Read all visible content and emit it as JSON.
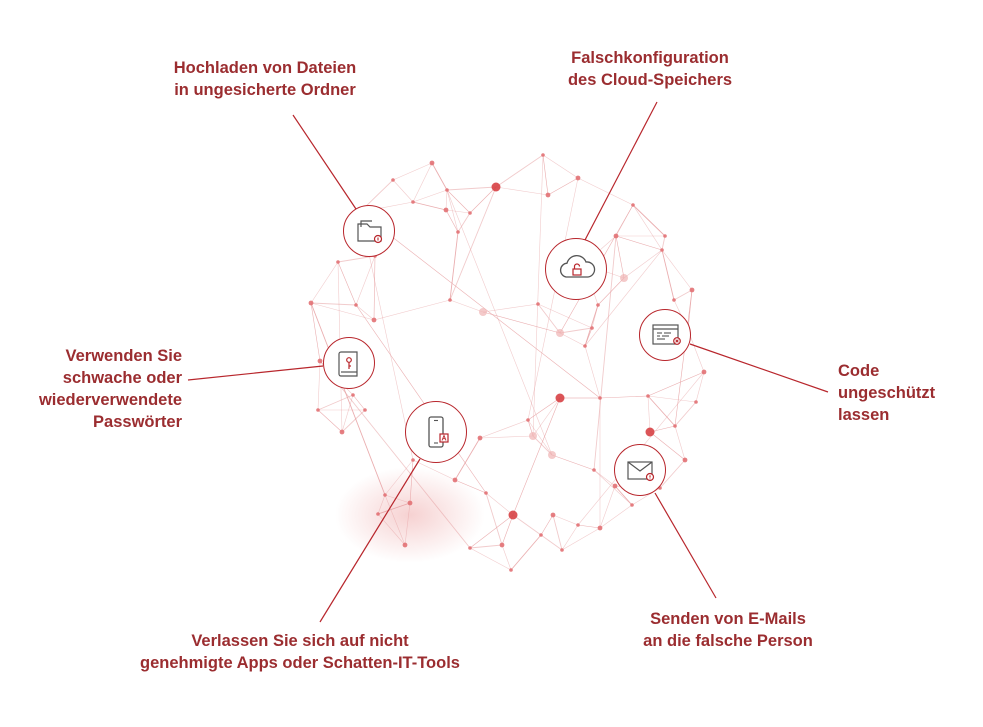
{
  "colors": {
    "accent": "#b8262c",
    "label": "#9b2d30",
    "mesh": "#e6a0a2"
  },
  "labels": {
    "upload": [
      "Hochladen von Dateien",
      "in ungesicherte Ordner"
    ],
    "cloud": [
      "Falschkonfiguration",
      "des Cloud-Speichers"
    ],
    "passwords": [
      "Verwenden Sie",
      "schwache oder",
      "wiederverwendete",
      "Passwörter"
    ],
    "code": [
      "Code",
      "ungeschützt",
      "lassen"
    ],
    "apps": [
      "Verlassen Sie sich auf nicht",
      "genehmigte Apps oder Schatten-IT-Tools"
    ],
    "email": [
      "Senden von E-Mails",
      "an die falsche Person"
    ]
  },
  "icons": {
    "upload": "folder-lock-icon",
    "cloud": "cloud-lock-icon",
    "passwords": "book-key-icon",
    "code": "code-window-icon",
    "apps": "mobile-app-icon",
    "email": "envelope-alert-icon"
  }
}
